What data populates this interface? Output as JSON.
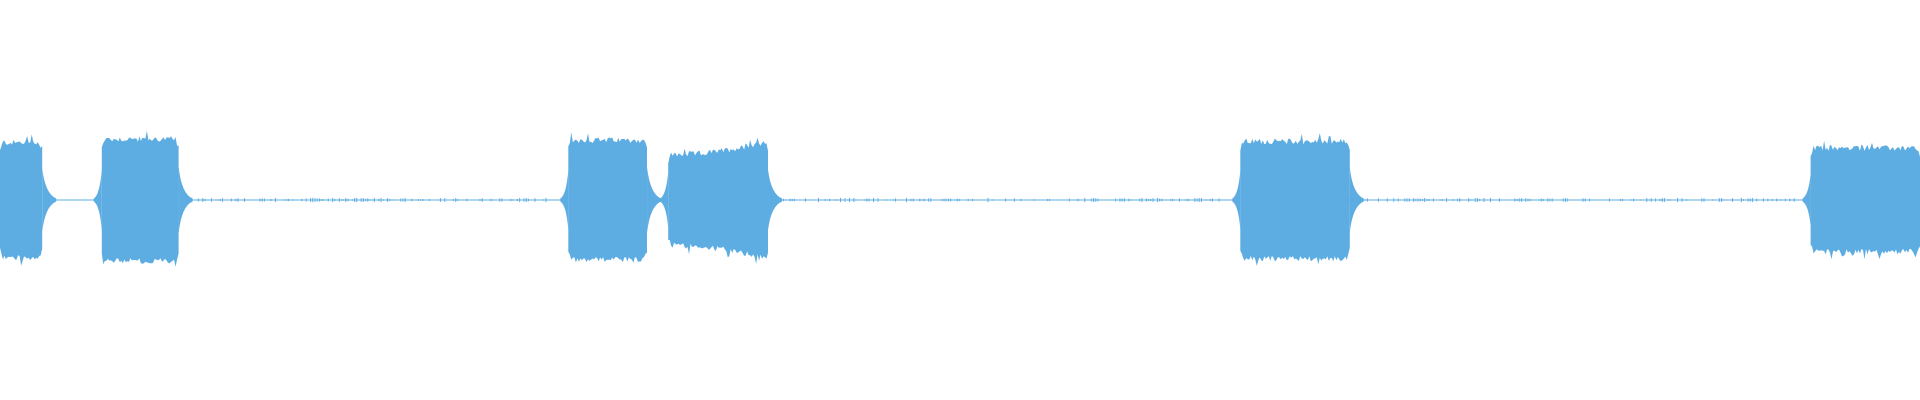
{
  "waveform": {
    "color": "#5dade2",
    "centerline_color": "#5dade2",
    "amplitude_range": [
      -1,
      1
    ],
    "segments": [
      {
        "start": 0.0,
        "end": 0.022,
        "amp": 0.5
      },
      {
        "start": 0.053,
        "end": 0.093,
        "amp": 0.53
      },
      {
        "start": 0.296,
        "end": 0.337,
        "amp": 0.52
      },
      {
        "start": 0.348,
        "end": 0.4,
        "amp": 0.48,
        "profile": "rising"
      },
      {
        "start": 0.646,
        "end": 0.703,
        "amp": 0.51
      },
      {
        "start": 0.943,
        "end": 1.0,
        "amp": 0.45
      }
    ],
    "sparse_regions": [
      {
        "start": 0.093,
        "end": 0.285
      },
      {
        "start": 0.4,
        "end": 0.635
      },
      {
        "start": 0.703,
        "end": 0.935
      }
    ]
  }
}
